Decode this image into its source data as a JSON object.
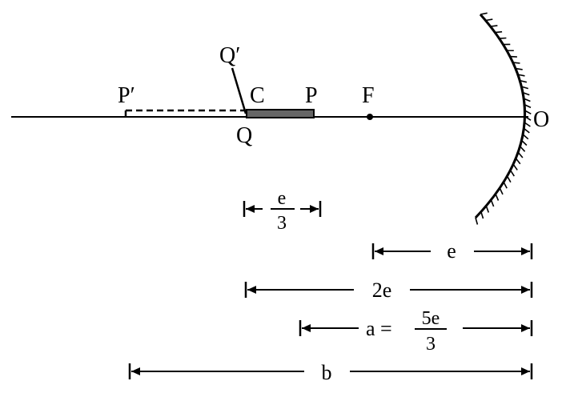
{
  "labels": {
    "p_prime": "P′",
    "q_prime": "Q′",
    "c": "C",
    "p": "P",
    "f": "F",
    "q": "Q",
    "o": "O"
  },
  "dimensions": {
    "small": {
      "num": "e",
      "den": "3"
    },
    "e": "e",
    "two_e": "2e",
    "a": {
      "lhs": "a =",
      "num": "5e",
      "den": "3"
    },
    "b": "b"
  },
  "colors": {
    "ink": "#000000",
    "object_fill": "#666666"
  }
}
